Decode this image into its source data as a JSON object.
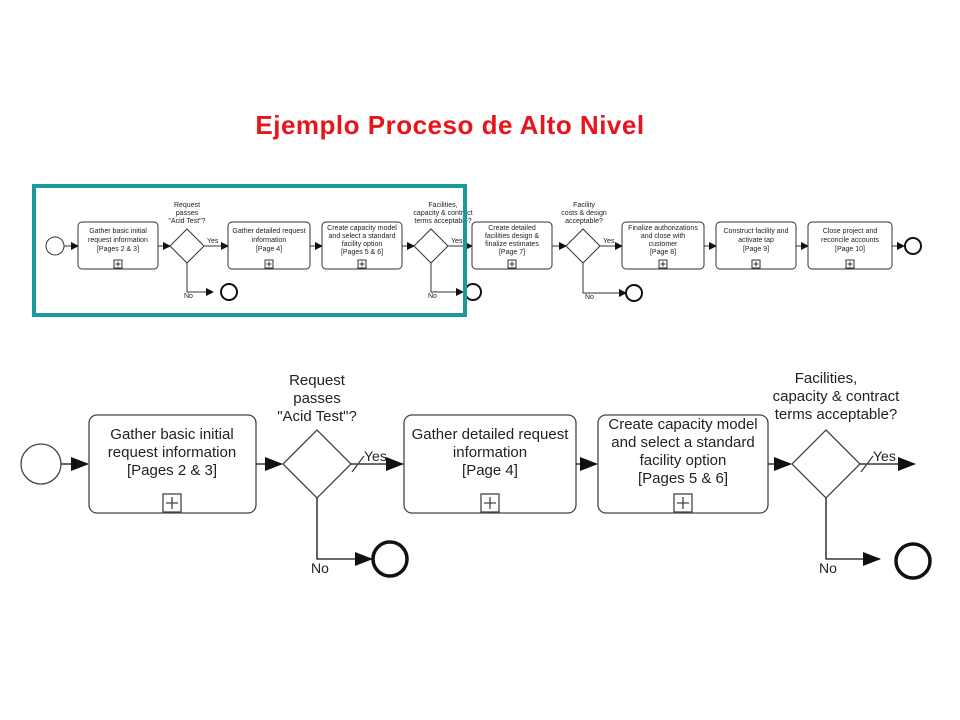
{
  "title": "Ejemplo Proceso de Alto Nivel",
  "colors": {
    "title": "#e8141b",
    "highlight": "#1a9a98"
  },
  "tasks": [
    {
      "lines": [
        "Gather basic initial",
        "request information",
        "[Pages 2 & 3]"
      ]
    },
    {
      "lines": [
        "Gather detailed request",
        "information",
        "[Page 4]"
      ]
    },
    {
      "lines": [
        "Create capacity model",
        "and select a standard",
        "facility option",
        "[Pages 5 & 6]"
      ]
    },
    {
      "lines": [
        "Create detailed",
        "facilities design &",
        "finalize estimates",
        "[Page 7]"
      ]
    },
    {
      "lines": [
        "Finalize authorizations",
        "and close with",
        "customer",
        "[Page 8]"
      ]
    },
    {
      "lines": [
        "Construct facility and",
        "activate tap",
        "[Page 9]"
      ]
    },
    {
      "lines": [
        "Close project and",
        "reconcile accounts",
        "[Page 10]"
      ]
    }
  ],
  "gateways": [
    {
      "lines": [
        "Request",
        "passes",
        "\"Acid Test\"?"
      ]
    },
    {
      "lines": [
        "Facilities,",
        "capacity & contract",
        "terms acceptable?"
      ]
    },
    {
      "lines": [
        "Facility",
        "costs & design",
        "acceptable?"
      ]
    }
  ],
  "yes_label": "Yes",
  "no_label": "No"
}
